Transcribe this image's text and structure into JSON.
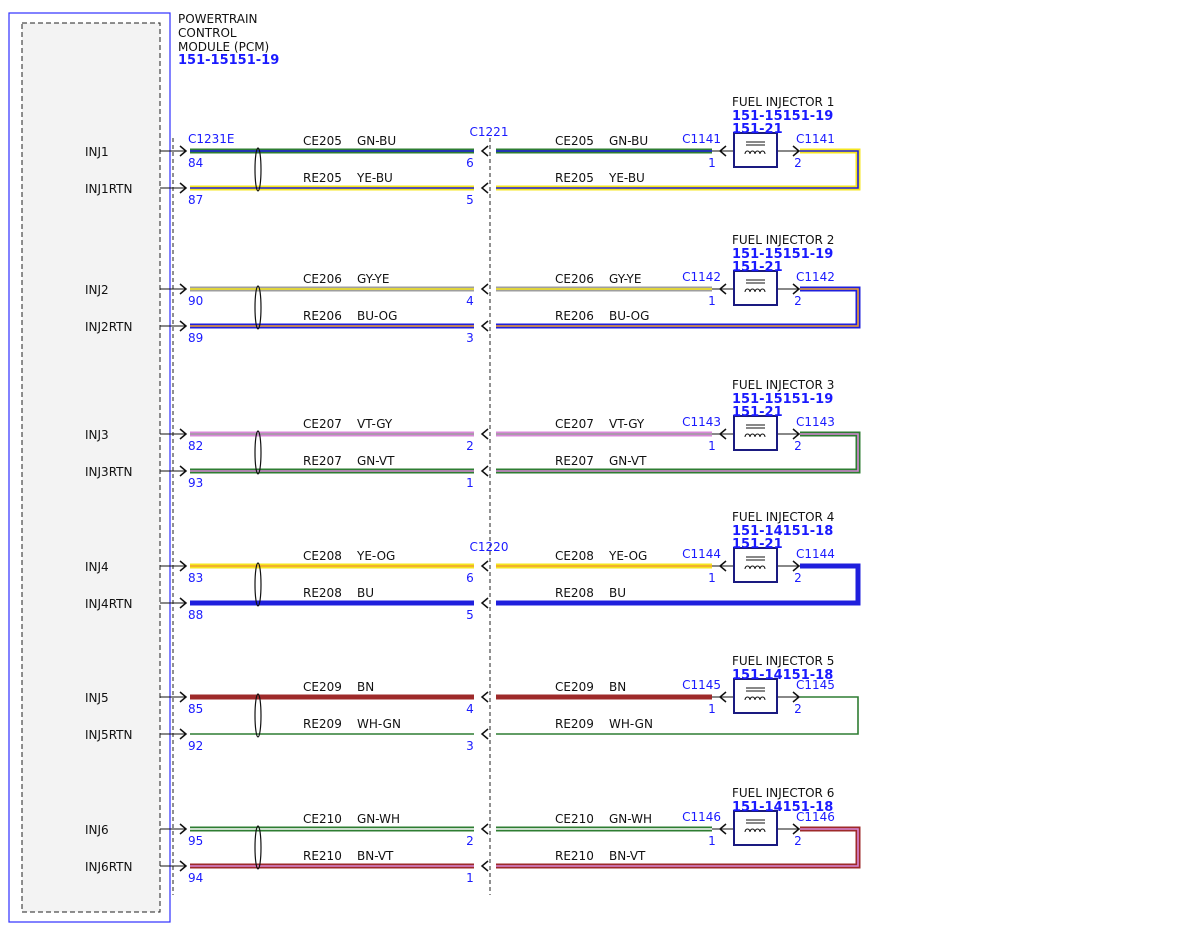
{
  "pcm": {
    "title_lines": [
      "POWERTRAIN",
      "CONTROL",
      "MODULE (PCM)"
    ],
    "ref": "151-15151-19"
  },
  "pcm_connector": "C1231E",
  "colors": {
    "GN": "#2e7d32",
    "BU": "#1f1fdd",
    "YE": "#f5e61f",
    "GY": "#9e9e9e",
    "OG": "#f0a030",
    "VT": "#d888d8",
    "BN": "#9e2a2a",
    "WH": "#ffffff",
    "module_border": "#3030ff",
    "module_fill": "#f3f3f3",
    "label_blue": "#1a1aff"
  },
  "injectors": [
    {
      "title": "FUEL INJECTOR 1",
      "refs": [
        "151-15151-19",
        "151-21"
      ],
      "inline": "C1221",
      "conn": "C1141",
      "sig": {
        "pcm_label": "INJ1",
        "pin": "84",
        "circuit": "CE205",
        "color": "GN-BU",
        "inline_pin": "6",
        "inj_pin": "1"
      },
      "rtn": {
        "pcm_label": "INJ1RTN",
        "pin": "87",
        "circuit": "RE205",
        "color": "YE-BU",
        "inline_pin": "5",
        "inj_pin": "2"
      }
    },
    {
      "title": "FUEL INJECTOR 2",
      "refs": [
        "151-15151-19",
        "151-21"
      ],
      "inline": "",
      "conn": "C1142",
      "sig": {
        "pcm_label": "INJ2",
        "pin": "90",
        "circuit": "CE206",
        "color": "GY-YE",
        "inline_pin": "4",
        "inj_pin": "1"
      },
      "rtn": {
        "pcm_label": "INJ2RTN",
        "pin": "89",
        "circuit": "RE206",
        "color": "BU-OG",
        "inline_pin": "3",
        "inj_pin": "2"
      }
    },
    {
      "title": "FUEL INJECTOR 3",
      "refs": [
        "151-15151-19",
        "151-21"
      ],
      "inline": "",
      "conn": "C1143",
      "sig": {
        "pcm_label": "INJ3",
        "pin": "82",
        "circuit": "CE207",
        "color": "VT-GY",
        "inline_pin": "2",
        "inj_pin": "1"
      },
      "rtn": {
        "pcm_label": "INJ3RTN",
        "pin": "93",
        "circuit": "RE207",
        "color": "GN-VT",
        "inline_pin": "1",
        "inj_pin": "2"
      }
    },
    {
      "title": "FUEL INJECTOR 4",
      "refs": [
        "151-14151-18",
        "151-21"
      ],
      "inline": "C1220",
      "conn": "C1144",
      "sig": {
        "pcm_label": "INJ4",
        "pin": "83",
        "circuit": "CE208",
        "color": "YE-OG",
        "inline_pin": "6",
        "inj_pin": "1"
      },
      "rtn": {
        "pcm_label": "INJ4RTN",
        "pin": "88",
        "circuit": "RE208",
        "color": "BU",
        "inline_pin": "5",
        "inj_pin": "2"
      }
    },
    {
      "title": "FUEL INJECTOR 5",
      "refs": [
        "151-14151-18"
      ],
      "inline": "",
      "conn": "C1145",
      "sig": {
        "pcm_label": "INJ5",
        "pin": "85",
        "circuit": "CE209",
        "color": "BN",
        "inline_pin": "4",
        "inj_pin": "1"
      },
      "rtn": {
        "pcm_label": "INJ5RTN",
        "pin": "92",
        "circuit": "RE209",
        "color": "WH-GN",
        "inline_pin": "3",
        "inj_pin": "2"
      }
    },
    {
      "title": "FUEL INJECTOR 6",
      "refs": [
        "151-14151-18"
      ],
      "inline": "",
      "conn": "C1146",
      "sig": {
        "pcm_label": "INJ6",
        "pin": "95",
        "circuit": "CE210",
        "color": "GN-WH",
        "inline_pin": "2",
        "inj_pin": "1"
      },
      "rtn": {
        "pcm_label": "INJ6RTN",
        "pin": "94",
        "circuit": "RE210",
        "color": "BN-VT",
        "inline_pin": "1",
        "inj_pin": "2"
      }
    }
  ]
}
